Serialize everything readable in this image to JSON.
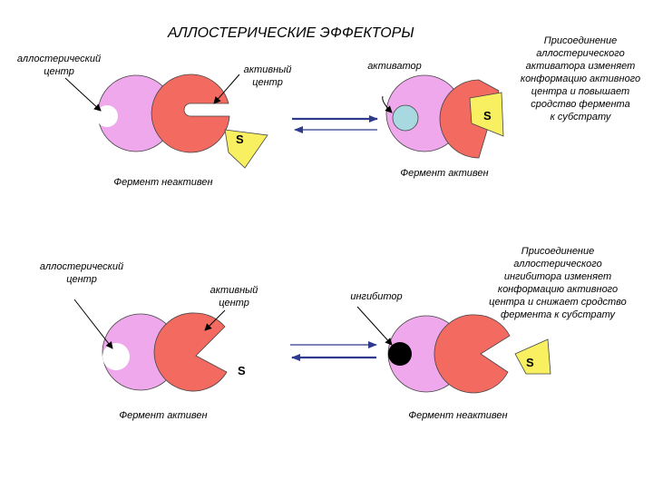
{
  "title": "АЛЛОСТЕРИЧЕСКИЕ  ЭФФЕКТОРЫ",
  "top": {
    "allosteric_center_label": "аллостерический\nцентр",
    "active_center_label": "активный\nцентр",
    "activator_label": "активатор",
    "description": "Присоединение\nаллостерического\nактиватора изменяет\nконформацию активного\nцентра и повышает\nсродство фермента\nк субстрату",
    "inactive_label": "Фермент неактивен",
    "active_label": "Фермент активен",
    "substrate_left": "S",
    "substrate_right": "S"
  },
  "bottom": {
    "allosteric_center_label": "аллостерический\nцентр",
    "active_center_label": "активный\nцентр",
    "inhibitor_label": "ингибитор",
    "description": "Присоединение\nаллостерического\nингибитора изменяет\nконформацию активного\nцентра и снижает сродство\nфермента к субстрату",
    "active_label": "Фермент активен",
    "inactive_label": "Фермент неактивен",
    "substrate_left": "S",
    "substrate_right": "S"
  },
  "colors": {
    "pink": "#f0a8ec",
    "red": "#f26a60",
    "yellow": "#f8f060",
    "activator": "#a8d8e0",
    "inhibitor": "#000000",
    "arrow": "#2f3a8c"
  }
}
